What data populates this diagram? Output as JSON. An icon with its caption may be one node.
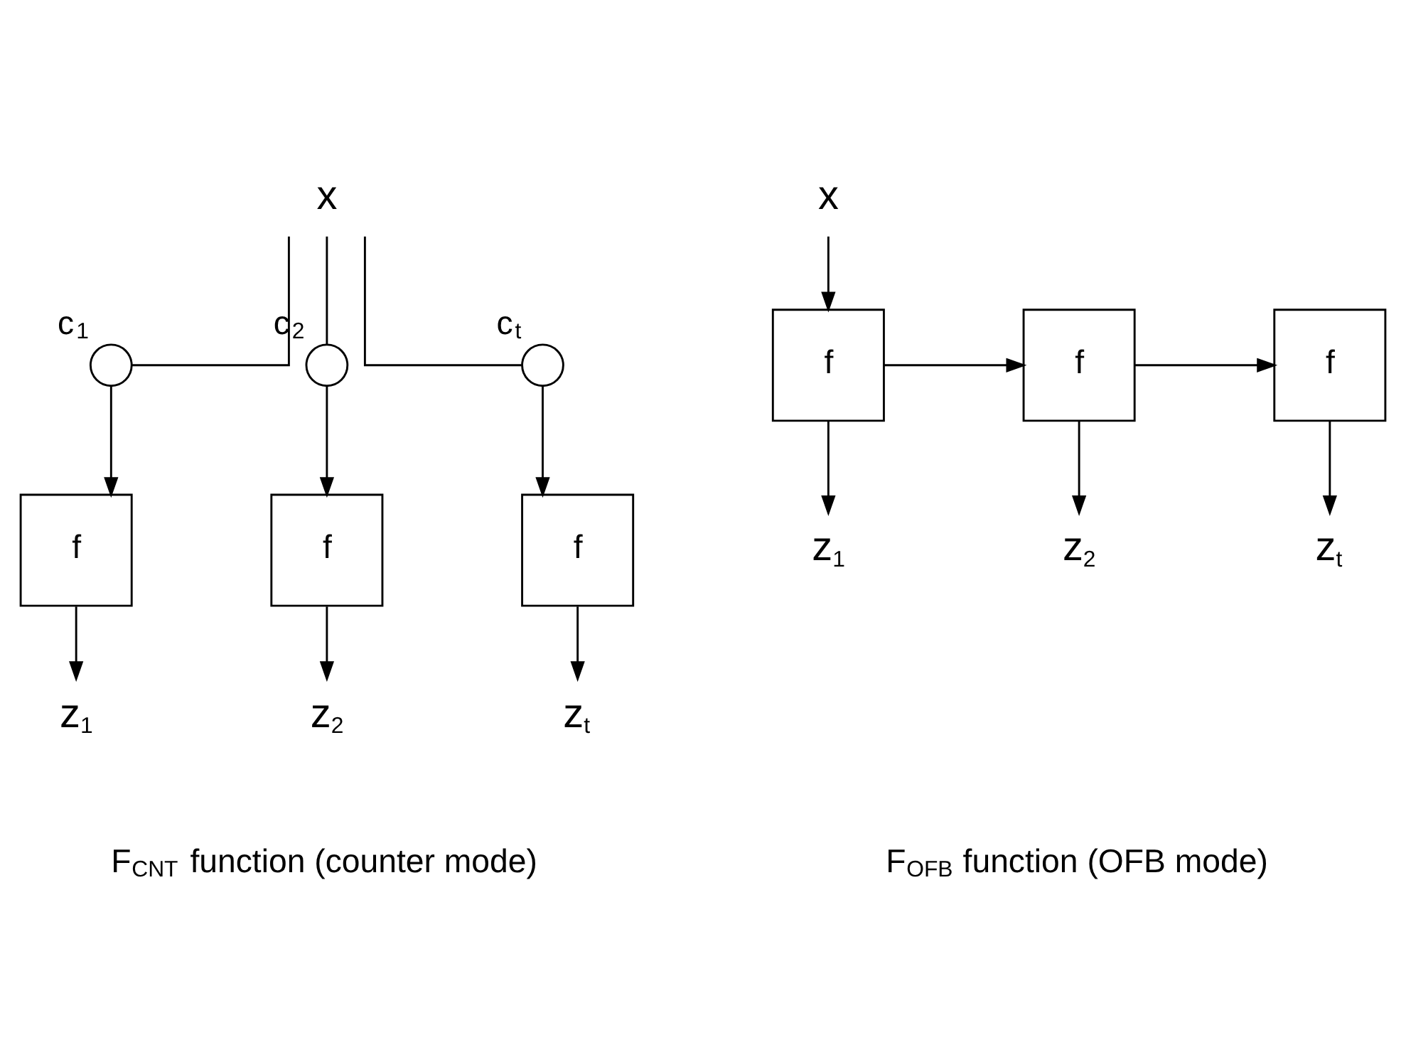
{
  "diagram": {
    "nodes": [
      {
        "text": [
          "x"
        ]
      },
      {
        "text": [],
        "shape": "circle",
        "beside": [
          "c$_{1}$"
        ]
      },
      {
        "text": [],
        "shape": "circle",
        "beside": [
          "c$_{2}$"
        ]
      },
      {
        "text": [],
        "shape": "circle",
        "beside": [
          "c$_{t}$"
        ]
      },
      {
        "text": [
          "f"
        ]
      },
      {
        "text": [
          "f"
        ]
      },
      {
        "text": [
          "f"
        ]
      },
      {
        "text": [
          "z$_{1}$"
        ]
      },
      {
        "text": [
          "z$_{2}$"
        ]
      },
      {
        "text": [
          "z$_{t}$"
        ]
      },
      {
        "text": [
          "x"
        ]
      },
      {
        "text": [
          "f"
        ]
      },
      {
        "text": [
          "f"
        ]
      },
      {
        "text": [
          "f"
        ]
      },
      {
        "text": [
          "z$_{1}$"
        ]
      },
      {
        "text": [
          "z$_{2}$"
        ]
      },
      {
        "text": [
          "z$_{t}$"
        ]
      }
    ],
    "edges": [
      {
        "from": 0,
        "to": 1,
        "arrow": "none"
      },
      {
        "from": 0,
        "to": 2,
        "arrow": "none"
      },
      {
        "from": 0,
        "to": 3,
        "arrow": "none"
      },
      {
        "from": 1,
        "to": 4,
        "arrow": "to"
      },
      {
        "from": 2,
        "to": 5,
        "arrow": "to"
      },
      {
        "from": 3,
        "to": 6,
        "arrow": "to"
      },
      {
        "from": 4,
        "to": 7,
        "arrow": "to"
      },
      {
        "from": 5,
        "to": 8,
        "arrow": "to"
      },
      {
        "from": 6,
        "to": 9,
        "arrow": "to"
      },
      {
        "from": 10,
        "to": 11,
        "arrow": "to"
      },
      {
        "from": 11,
        "to": 14,
        "arrow": "to"
      },
      {
        "from": 11,
        "to": 12,
        "arrow": "to"
      },
      {
        "from": 12,
        "to": 15,
        "arrow": "to"
      },
      {
        "from": 12,
        "to": 13,
        "arrow": "to"
      },
      {
        "from": 13,
        "to": 16,
        "arrow": "to"
      }
    ],
    "labels": [
      "F$_{CNT}$ function (counter mode)",
      "F$_{OFB}$ function (OFB mode)"
    ]
  }
}
